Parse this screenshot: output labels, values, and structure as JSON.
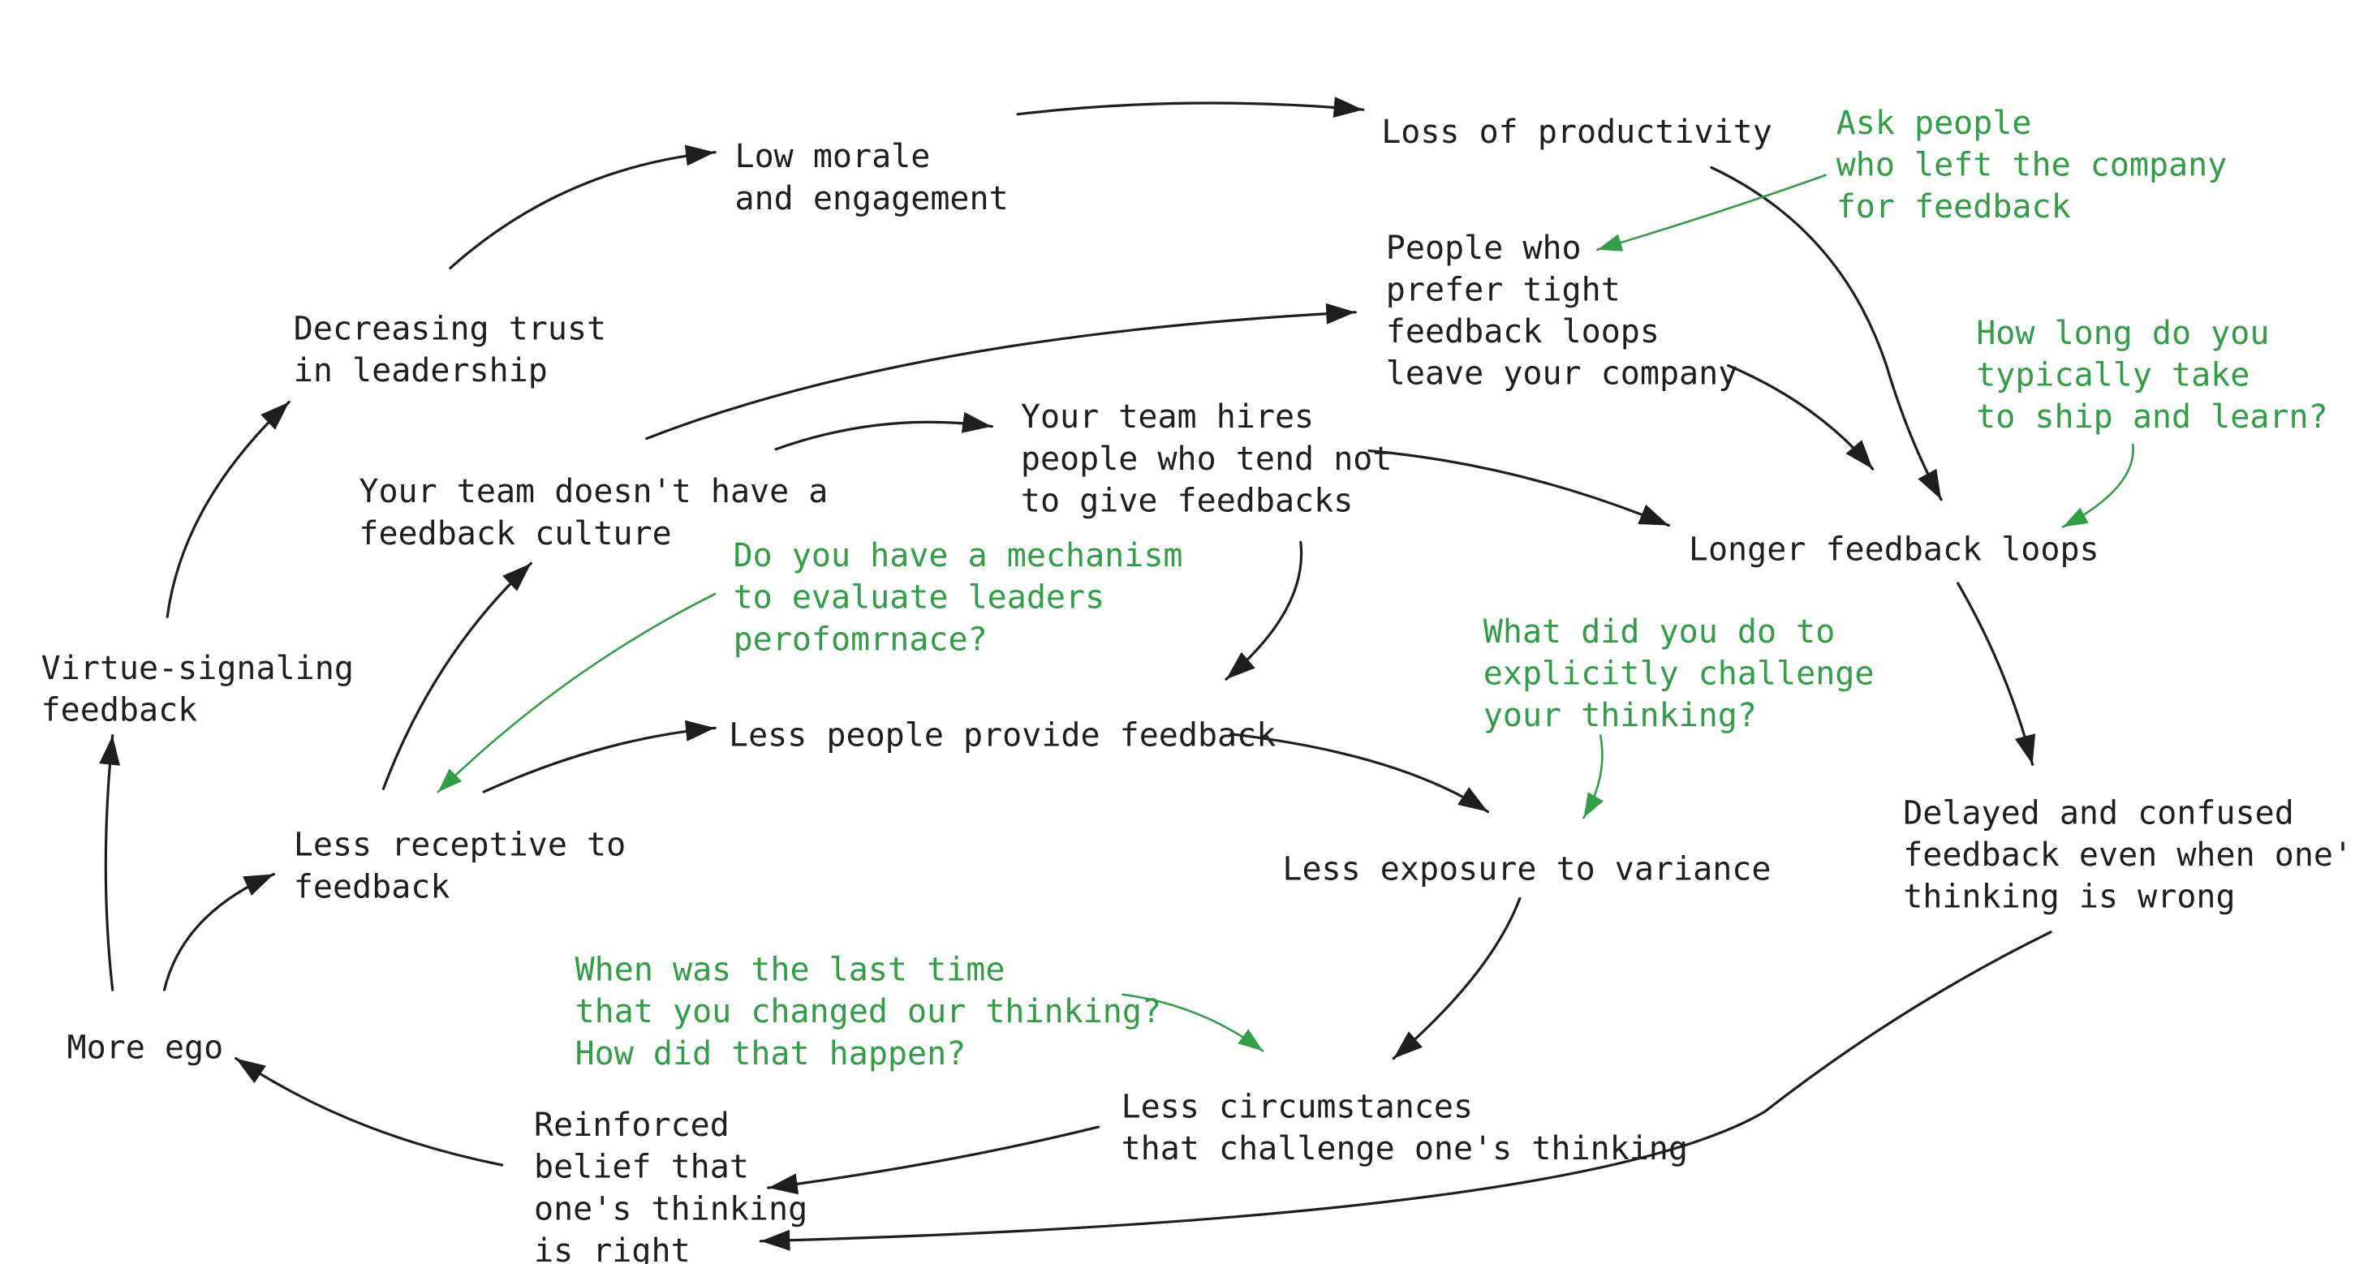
{
  "colors": {
    "node_text": "#1e1e1e",
    "question_text": "#2f9e44",
    "background": "#ffffff"
  },
  "nodes": {
    "low_morale": {
      "lines": [
        "Low morale",
        "and engagement"
      ]
    },
    "loss_productivity": {
      "lines": [
        "Loss of productivity"
      ]
    },
    "decreasing_trust": {
      "lines": [
        "Decreasing trust",
        "in leadership"
      ]
    },
    "people_prefer_tight": {
      "lines": [
        "People who",
        "prefer tight",
        "feedback loops",
        "leave your company"
      ]
    },
    "team_hires": {
      "lines": [
        "Your team hires",
        "people who tend not",
        "to give feedbacks"
      ]
    },
    "no_feedback_culture": {
      "lines": [
        "Your team doesn't have a",
        " feedback culture"
      ]
    },
    "longer_loops": {
      "lines": [
        "Longer feedback loops"
      ]
    },
    "virtue_signaling": {
      "lines": [
        "Virtue-signaling",
        "feedback"
      ]
    },
    "less_people_feedback": {
      "lines": [
        "Less people provide feedback"
      ]
    },
    "delayed_confused": {
      "lines": [
        "Delayed and confused",
        "feedback even when one's",
        "thinking is wrong"
      ]
    },
    "less_receptive": {
      "lines": [
        "Less receptive to",
        "feedback"
      ]
    },
    "less_exposure": {
      "lines": [
        "Less exposure to variance"
      ]
    },
    "more_ego": {
      "lines": [
        "More ego"
      ]
    },
    "reinforced_belief": {
      "lines": [
        "Reinforced",
        "belief that",
        "one's thinking",
        "is right"
      ]
    },
    "less_circumstances": {
      "lines": [
        "Less circumstances",
        "that challenge one's thinking"
      ]
    }
  },
  "questions": {
    "ask_people": {
      "lines": [
        "Ask people",
        "who left the company",
        "for feedback"
      ]
    },
    "how_long": {
      "lines": [
        "How long do you",
        "typically take",
        "to ship and learn?"
      ]
    },
    "mechanism": {
      "lines": [
        "Do you have a mechanism",
        "to evaluate leaders",
        "perofomrnace?"
      ]
    },
    "what_did_you": {
      "lines": [
        "What did you do to",
        "explicitly challenge",
        "your thinking?"
      ]
    },
    "when_last": {
      "lines": [
        "When was the last time",
        "that you changed our thinking?",
        "How did that happen?"
      ]
    }
  }
}
